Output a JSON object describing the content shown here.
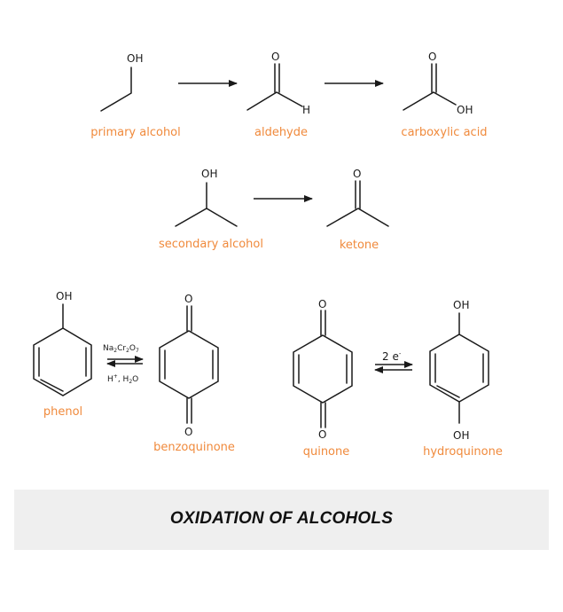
{
  "atoms": {
    "oh": "OH",
    "o": "O",
    "h": "H"
  },
  "conditions": {
    "reagent_na": "Na",
    "reagent_na_sub": "2",
    "reagent_cr": "Cr",
    "reagent_cr_sub": "2",
    "reagent_o": "O",
    "reagent_o_sub": "7",
    "acid_h": "H",
    "acid_plus": "+",
    "acid_rest": ", H",
    "acid_sub": "2",
    "acid_o": "O",
    "electrons_num": "2 e",
    "electrons_sup": "-"
  },
  "captions": {
    "primary_alcohol": "primary alcohol",
    "aldehyde": "aldehyde",
    "carboxylic_acid": "carboxylic acid",
    "secondary_alcohol": "secondary alcohol",
    "ketone": "ketone",
    "phenol": "phenol",
    "benzoquinone": "benzoquinone",
    "quinone": "quinone",
    "hydroquinone": "hydroquinone"
  },
  "footer": {
    "title": "OXIDATION OF ALCOHOLS"
  },
  "colors": {
    "caption": "#f08a3c",
    "structure": "#1a1a1a",
    "footer_bg": "#efefef"
  }
}
